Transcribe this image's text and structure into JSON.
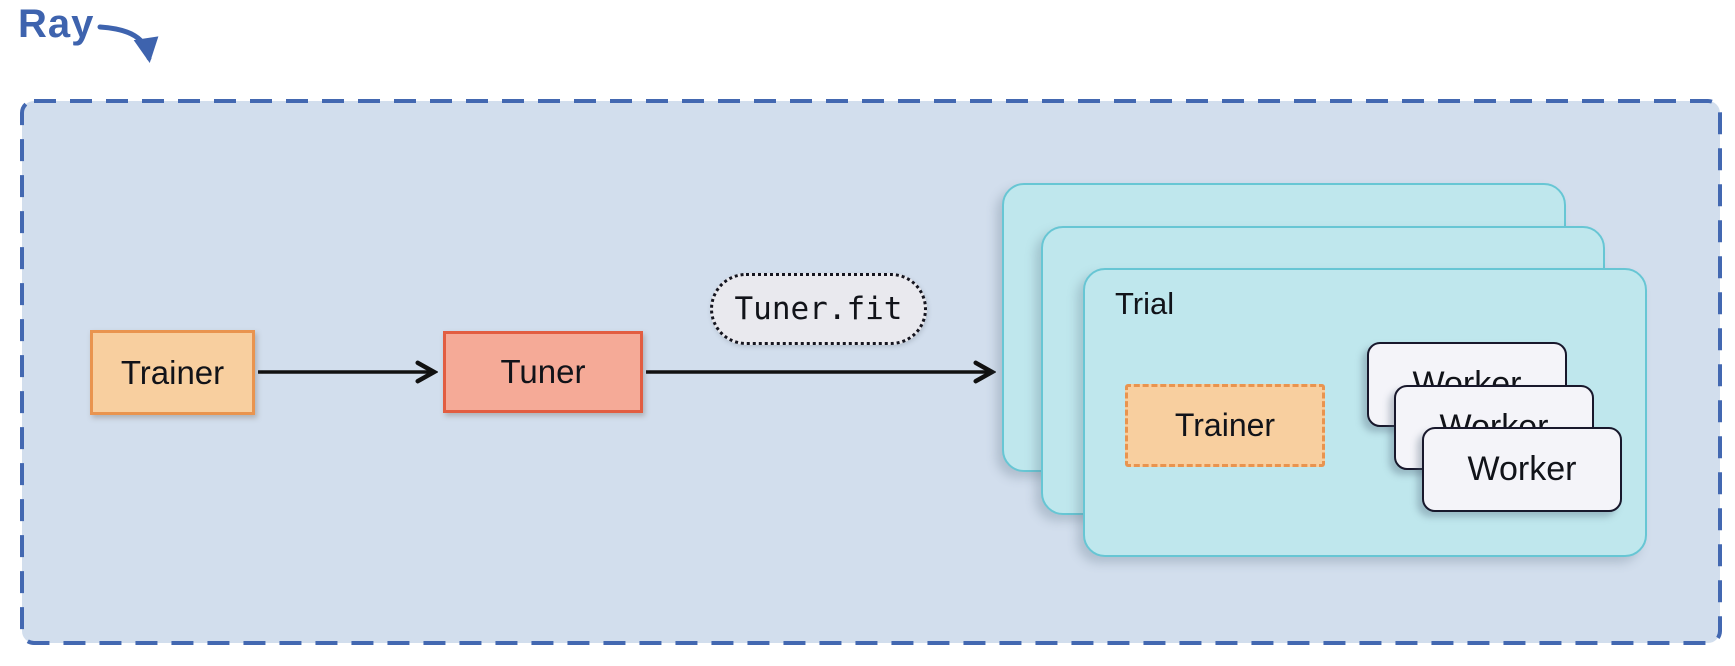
{
  "figure_label": "Ray",
  "nodes": {
    "trainer": "Trainer",
    "tuner": "Tuner",
    "tuner_fit_call": "Tuner.fit",
    "trial_title": "Trial",
    "trial_trainer": "Trainer",
    "workers": [
      "Worker",
      "Worker",
      "Worker"
    ]
  },
  "colors": {
    "ray_blue": "#3e63ae",
    "cluster_fill": "#d2deed",
    "cluster_border": "#4368b1",
    "trainer_fill": "#f8cf9f",
    "trainer_border": "#e9944f",
    "tuner_fill": "#f5aa97",
    "tuner_border": "#e25d41",
    "trial_fill": "#bfe7ed",
    "trial_border": "#67c6d4",
    "worker_fill": "#f4f4f9",
    "worker_border": "#18182c",
    "pill_fill": "#e9e9ee",
    "arrow_black": "#111111"
  }
}
